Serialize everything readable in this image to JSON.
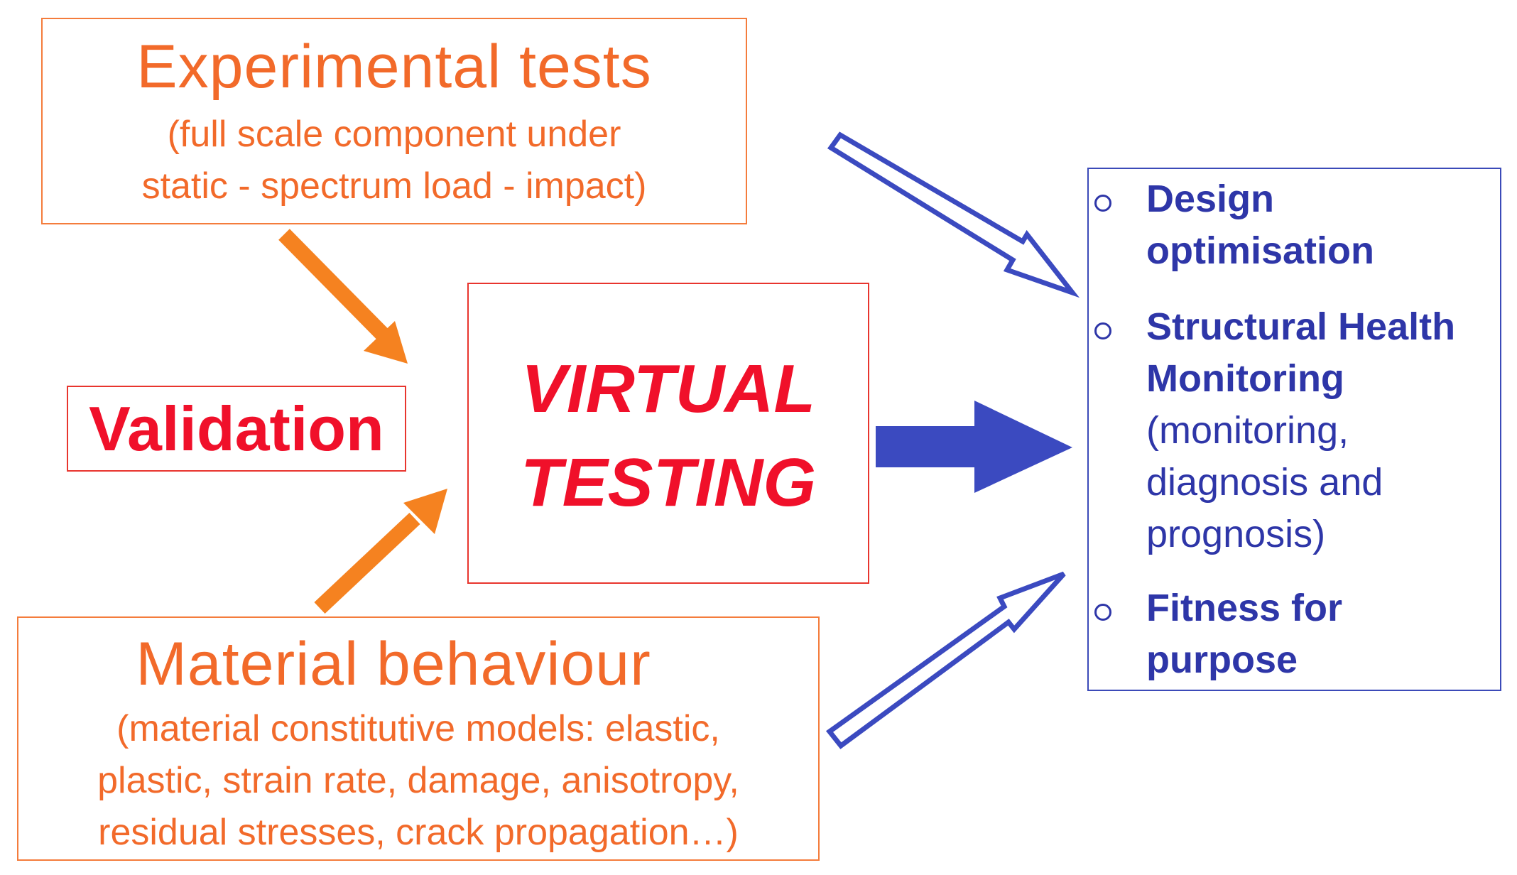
{
  "experimental": {
    "title": "Experimental tests",
    "sub_line1": "(full scale component under",
    "sub_line2": "static - spectrum load - impact)"
  },
  "material": {
    "title": "Material behaviour",
    "sub_line1": "(material constitutive models: elastic,",
    "sub_line2": "plastic, strain rate, damage, anisotropy,",
    "sub_line3": "residual stresses, crack propagation…)"
  },
  "validation": {
    "label": "Validation"
  },
  "virtual": {
    "line1": "VIRTUAL",
    "line2": "TESTING"
  },
  "outcomes": {
    "design_line1": "Design",
    "design_line2": "optimisation",
    "shm_line1": "Structural Health",
    "shm_line2": "Monitoring",
    "shm_detail1": "(monitoring,",
    "shm_detail2": "diagnosis and",
    "shm_detail3": "prognosis)",
    "fitness_line1": "Fitness for",
    "fitness_line2": "purpose"
  },
  "colors": {
    "orange": "#f26a2a",
    "orange_arrow": "#f58220",
    "red": "#f0102a",
    "blue": "#2e36a8",
    "blue_arrow": "#3b4ac0"
  },
  "icons": {
    "orange_arrows": "solid-diagonal-arrow",
    "blue_outline_arrows": "outline-arrow",
    "blue_main_arrow": "solid-block-arrow",
    "bullets": "hollow-circle"
  }
}
